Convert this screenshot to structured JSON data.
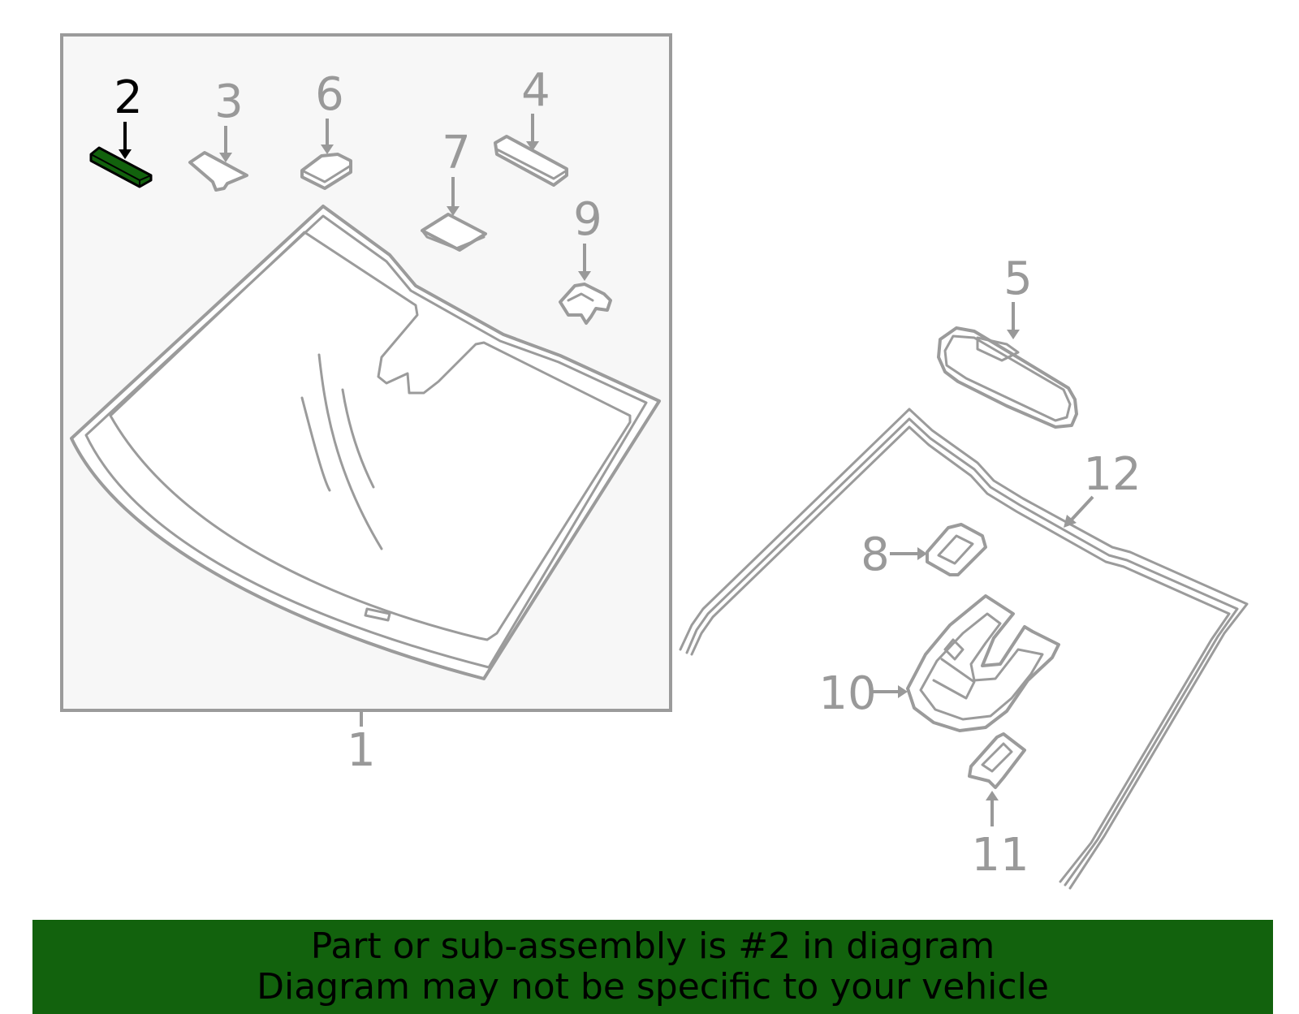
{
  "diagram": {
    "callouts": [
      {
        "id": "1",
        "label": "1"
      },
      {
        "id": "2",
        "label": "2",
        "highlighted": true
      },
      {
        "id": "3",
        "label": "3"
      },
      {
        "id": "4",
        "label": "4"
      },
      {
        "id": "5",
        "label": "5"
      },
      {
        "id": "6",
        "label": "6"
      },
      {
        "id": "7",
        "label": "7"
      },
      {
        "id": "8",
        "label": "8"
      },
      {
        "id": "9",
        "label": "9"
      },
      {
        "id": "10",
        "label": "10"
      },
      {
        "id": "11",
        "label": "11"
      },
      {
        "id": "12",
        "label": "12"
      }
    ],
    "highlight_color": "#12620d",
    "label_color": "#999999",
    "highlight_label_color": "#000000"
  },
  "banner": {
    "line1": "Part or sub-assembly is #2 in diagram",
    "line2": "Diagram may not be specific to your vehicle",
    "background": "#12620d"
  }
}
